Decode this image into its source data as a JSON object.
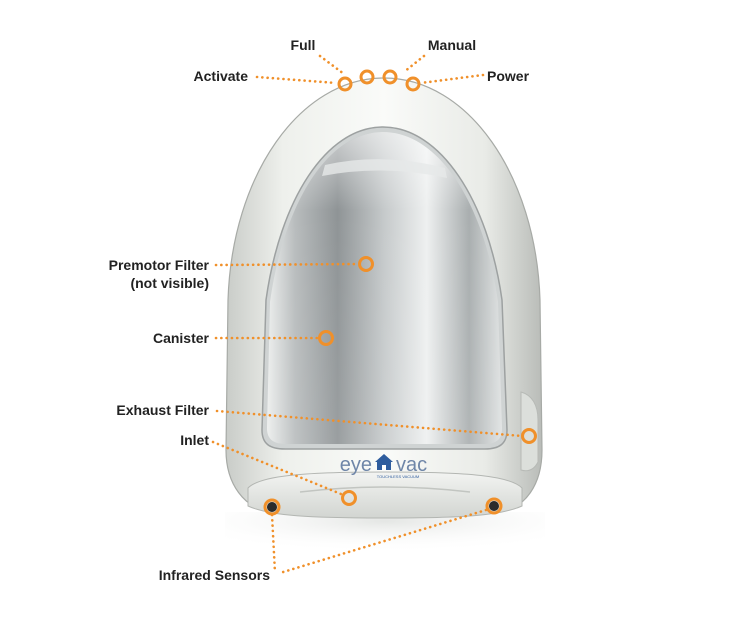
{
  "colors": {
    "accent": "#f0902a",
    "label": "#222222"
  },
  "product": {
    "logo_text_left": "eye",
    "logo_text_right": "vac",
    "logo_tagline": "TOUCHLESS VACUUM",
    "logo_icon": "house-icon"
  },
  "callouts": [
    {
      "id": "full",
      "label": "Full"
    },
    {
      "id": "manual",
      "label": "Manual"
    },
    {
      "id": "activate",
      "label": "Activate"
    },
    {
      "id": "power",
      "label": "Power"
    },
    {
      "id": "premotor-filter",
      "label": "Premotor Filter",
      "label_line2": "(not visible)"
    },
    {
      "id": "canister",
      "label": "Canister"
    },
    {
      "id": "exhaust-filter",
      "label": "Exhaust Filter"
    },
    {
      "id": "inlet",
      "label": "Inlet"
    },
    {
      "id": "infrared-sensors",
      "label": "Infrared Sensors"
    }
  ]
}
